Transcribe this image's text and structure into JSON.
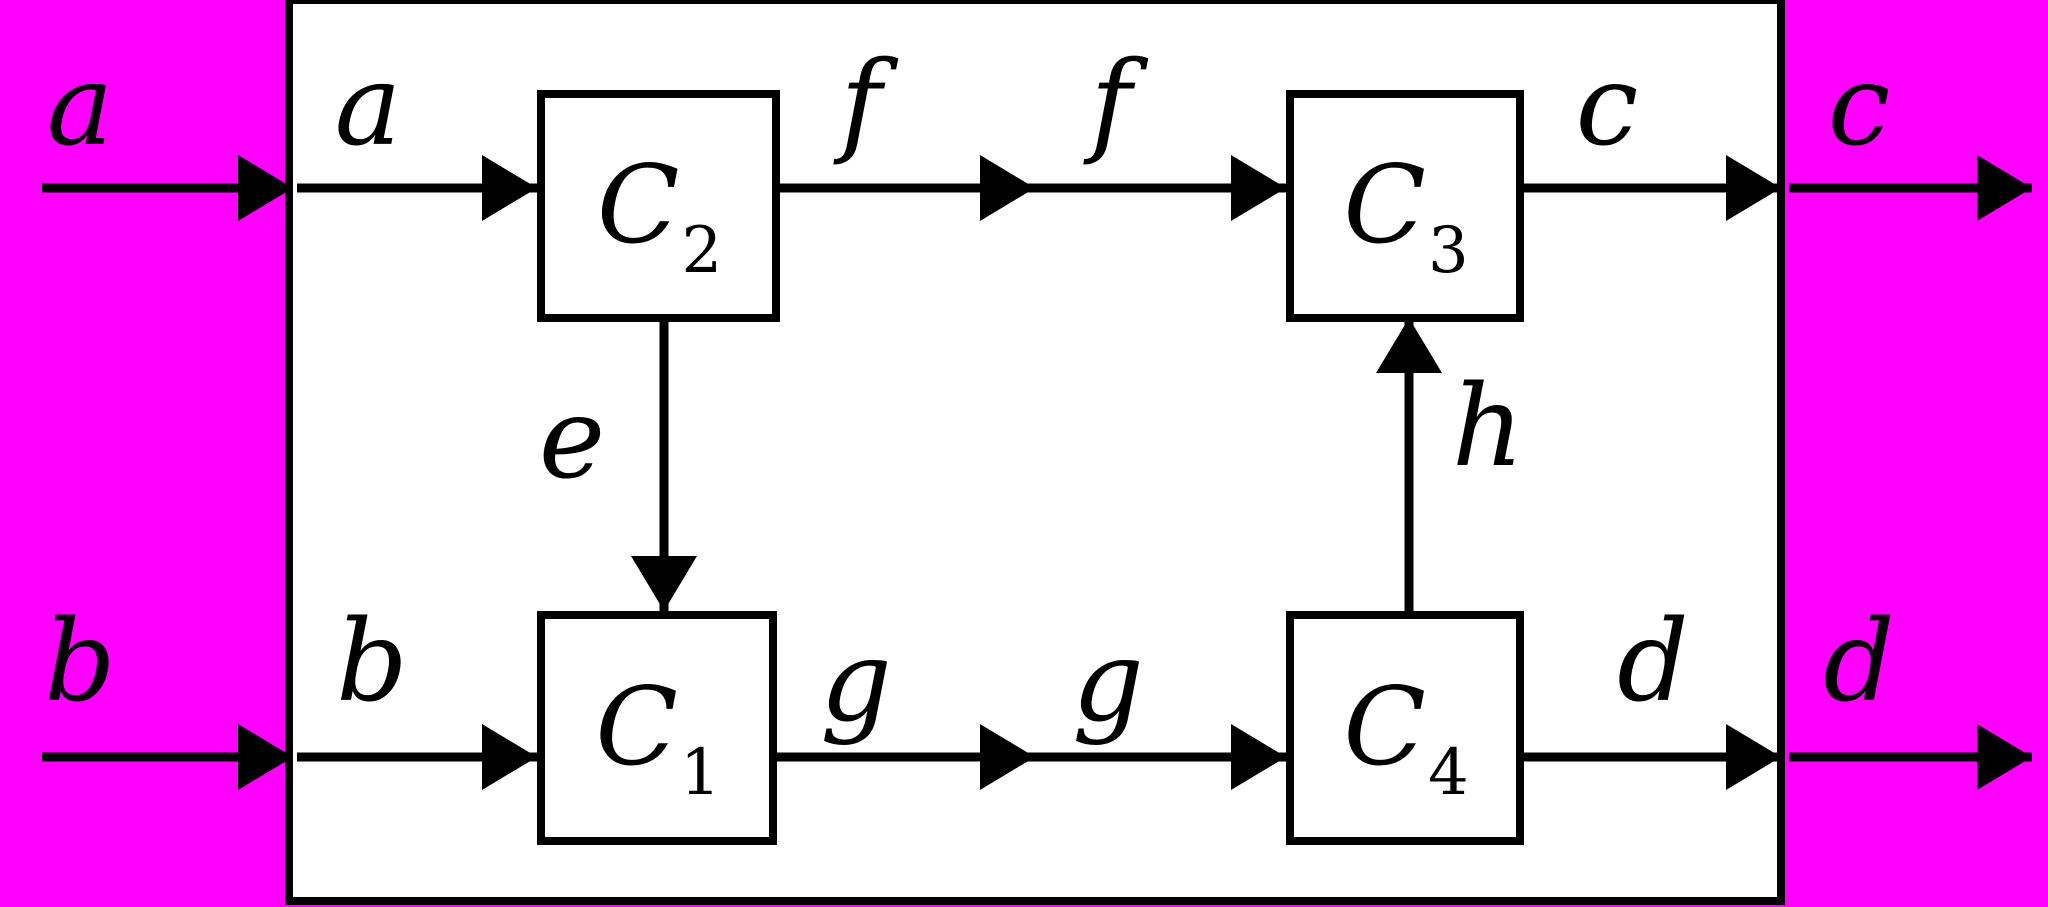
{
  "diagram": {
    "type": "block-diagram",
    "description": "Component composition diagram: inputs a,b enter a system boundary; components C1..C4 connected by internal signals e,f,g,h; outputs c,d leave the boundary",
    "colors": {
      "background": "#FF00FF",
      "system_fill": "#FFFFFF",
      "line": "#000000"
    },
    "components": [
      {
        "id": "C1",
        "base": "C",
        "sub": "1"
      },
      {
        "id": "C2",
        "base": "C",
        "sub": "2"
      },
      {
        "id": "C3",
        "base": "C",
        "sub": "3"
      },
      {
        "id": "C4",
        "base": "C",
        "sub": "4"
      }
    ],
    "signal_labels": {
      "a_outer": "a",
      "a_inner": "a",
      "b_outer": "b",
      "b_inner": "b",
      "c_inner": "c",
      "c_outer": "c",
      "d_inner": "d",
      "d_outer": "d",
      "e": "e",
      "f_left": "f",
      "f_right": "f",
      "g_left": "g",
      "g_right": "g",
      "h": "h"
    },
    "edges": [
      {
        "from": "external",
        "to": "boundary",
        "label": "a"
      },
      {
        "from": "boundary",
        "to": "C2",
        "label": "a"
      },
      {
        "from": "C2",
        "to": "C3",
        "label": "f"
      },
      {
        "from": "C3",
        "to": "boundary",
        "label": "c"
      },
      {
        "from": "boundary",
        "to": "external",
        "label": "c"
      },
      {
        "from": "external",
        "to": "boundary",
        "label": "b"
      },
      {
        "from": "boundary",
        "to": "C1",
        "label": "b"
      },
      {
        "from": "C1",
        "to": "C4",
        "label": "g"
      },
      {
        "from": "C4",
        "to": "boundary",
        "label": "d"
      },
      {
        "from": "boundary",
        "to": "external",
        "label": "d"
      },
      {
        "from": "C2",
        "to": "C1",
        "label": "e"
      },
      {
        "from": "C4",
        "to": "C3",
        "label": "h"
      }
    ]
  }
}
